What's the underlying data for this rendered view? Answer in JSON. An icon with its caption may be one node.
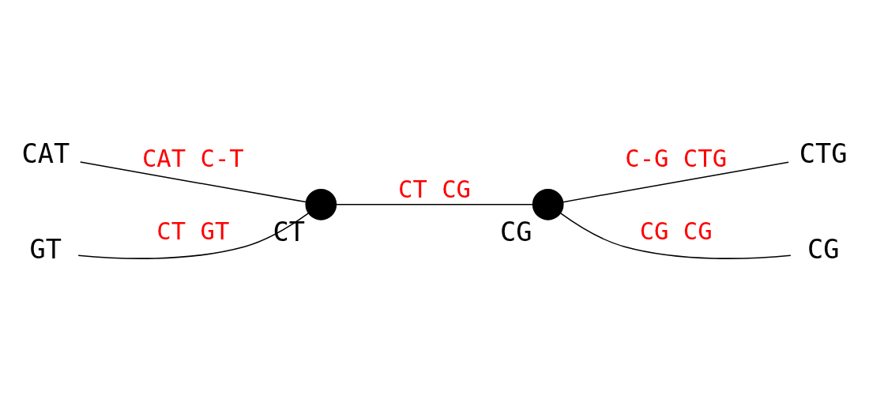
{
  "diagram": {
    "nodes": [
      {
        "text": [
          "CAT"
        ]
      },
      {
        "text": [
          "CTG"
        ]
      },
      {
        "text": [],
        "shape": "circle",
        "beside": [
          "CT"
        ]
      },
      {
        "text": [],
        "shape": "circle",
        "beside": [
          "CG"
        ]
      },
      {
        "text": [
          "GT"
        ]
      },
      {
        "text": [
          "CG"
        ]
      }
    ],
    "edges": [
      {
        "from": 0,
        "to": 2,
        "arrow": "none",
        "label": "CAT C-T"
      },
      {
        "from": 4,
        "to": 2,
        "arrow": "none",
        "label": "CT GT"
      },
      {
        "from": 2,
        "to": 3,
        "arrow": "none",
        "label": "CT CG"
      },
      {
        "from": 3,
        "to": 1,
        "arrow": "none",
        "label": "C-G CTG"
      },
      {
        "from": 3,
        "to": 5,
        "arrow": "none",
        "label": "CG CG"
      }
    ]
  }
}
